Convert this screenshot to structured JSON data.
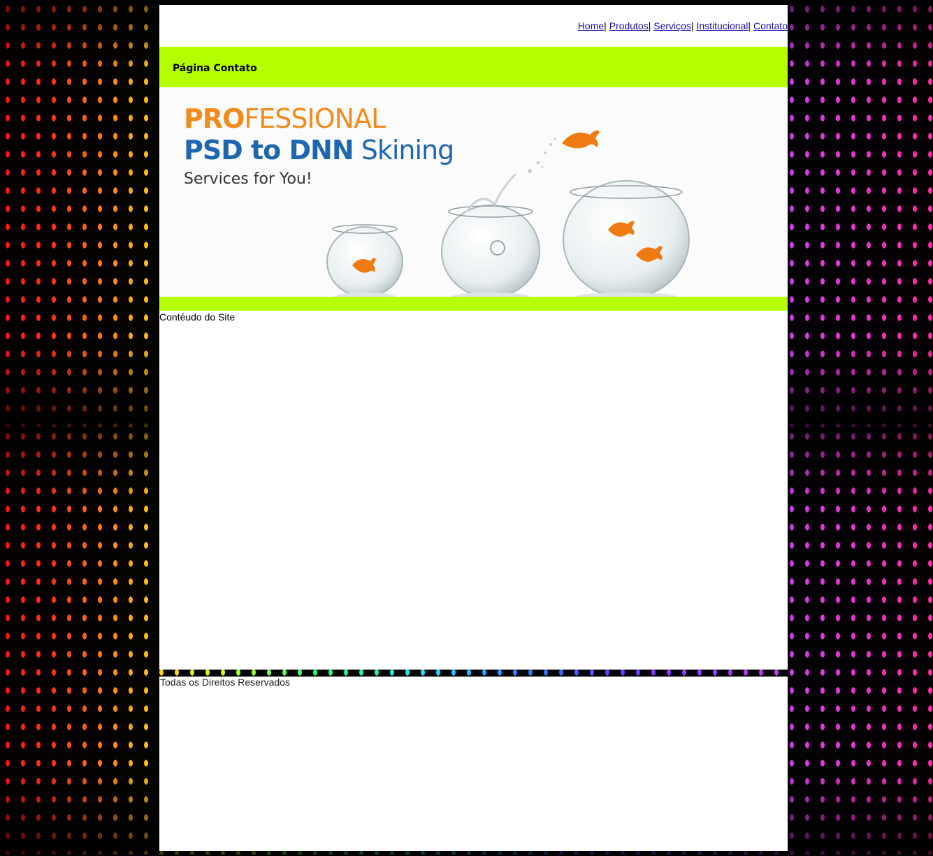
{
  "nav": {
    "items": [
      {
        "label": "Home",
        "separator": "|"
      },
      {
        "label": "Produtos",
        "separator": "|"
      },
      {
        "label": "Serviços",
        "separator": "|"
      },
      {
        "label": "Institucional",
        "separator": "|"
      },
      {
        "label": "Contato",
        "separator": ""
      }
    ]
  },
  "title_bar": {
    "label": "Página Contato"
  },
  "banner": {
    "line1_bold": "PRO",
    "line1_rest": "FESSIONAL",
    "line2_bold": "PSD to DNN",
    "line2_rest": " Skining",
    "line3": "Services for You!"
  },
  "content": {
    "text": "Contéudo do Site"
  },
  "footer": {
    "text": "Todas os Direitos Reservados"
  },
  "colors": {
    "accent_green": "#b6ff00",
    "banner_orange": "#f28a1c",
    "banner_blue": "#1f66b0",
    "link": "#1a0dab"
  }
}
